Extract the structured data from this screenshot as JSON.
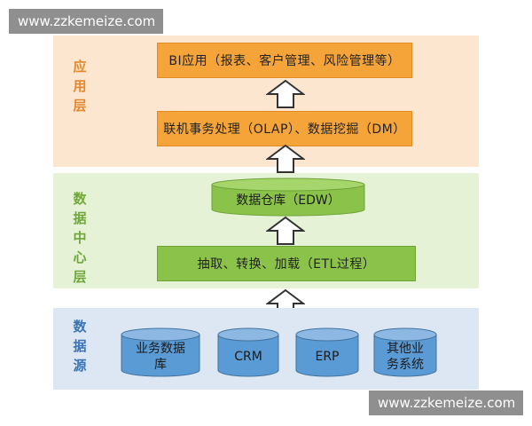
{
  "watermarks": {
    "top": "www.zzkemeize.com",
    "bottom": "www.zzkemeize.com"
  },
  "layers": {
    "application": {
      "label": "应\n用\n层",
      "boxes": {
        "bi": "BI应用（报表、客户管理、风险管理等）",
        "olap": "联机事务处理（OLAP）、数据挖掘（DM）"
      }
    },
    "data_center": {
      "label": "数\n据\n中\n心\n层",
      "warehouse": "数据仓库（EDW）",
      "etl": "抽取、转换、加载（ETL过程）"
    },
    "data_source": {
      "label": "数\n据\n源",
      "sources": [
        "业务数据\n库",
        "CRM",
        "ERP",
        "其他业\n务系统"
      ]
    }
  },
  "colors": {
    "application_bg": "#fde6cf",
    "application_box": "#f5a43a",
    "data_center_bg": "#e6f2d6",
    "data_center_box": "#8bc34a",
    "data_source_bg": "#dce7f3",
    "cylinder": "#5b9bd5",
    "arrow_stroke": "#333333"
  }
}
